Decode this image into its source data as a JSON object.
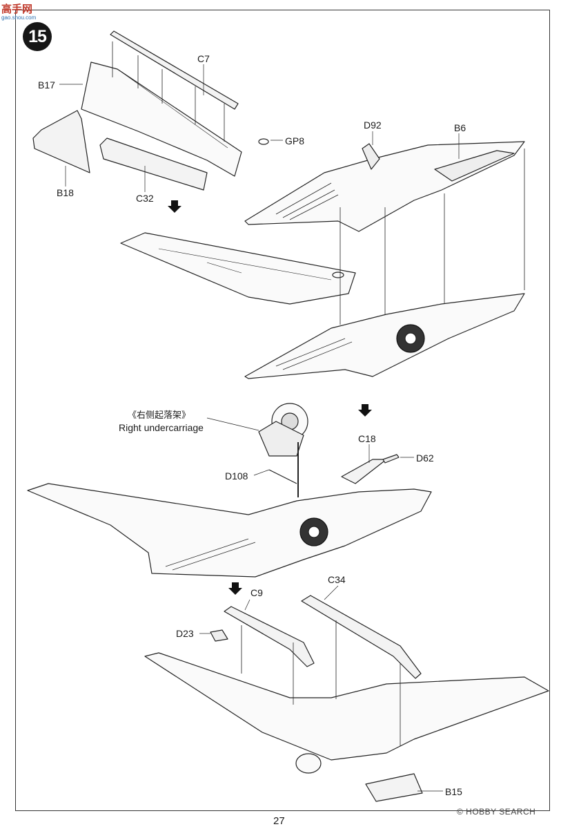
{
  "watermark_top": {
    "main": "高手网",
    "sub": "gao.shou.com"
  },
  "step_number": "15",
  "labels": {
    "c7": "C7",
    "b17": "B17",
    "gp8": "GP8",
    "b18": "B18",
    "c32": "C32",
    "d92": "D92",
    "b6": "B6",
    "undercarriage_cn": "《右侧起落架》",
    "undercarriage_en": "Right undercarriage",
    "c18": "C18",
    "d62": "D62",
    "d108": "D108",
    "c9": "C9",
    "c34": "C34",
    "d23": "D23",
    "b15": "B15"
  },
  "watermark_bottom": "© HOBBY SEARCH",
  "page_number": "27"
}
